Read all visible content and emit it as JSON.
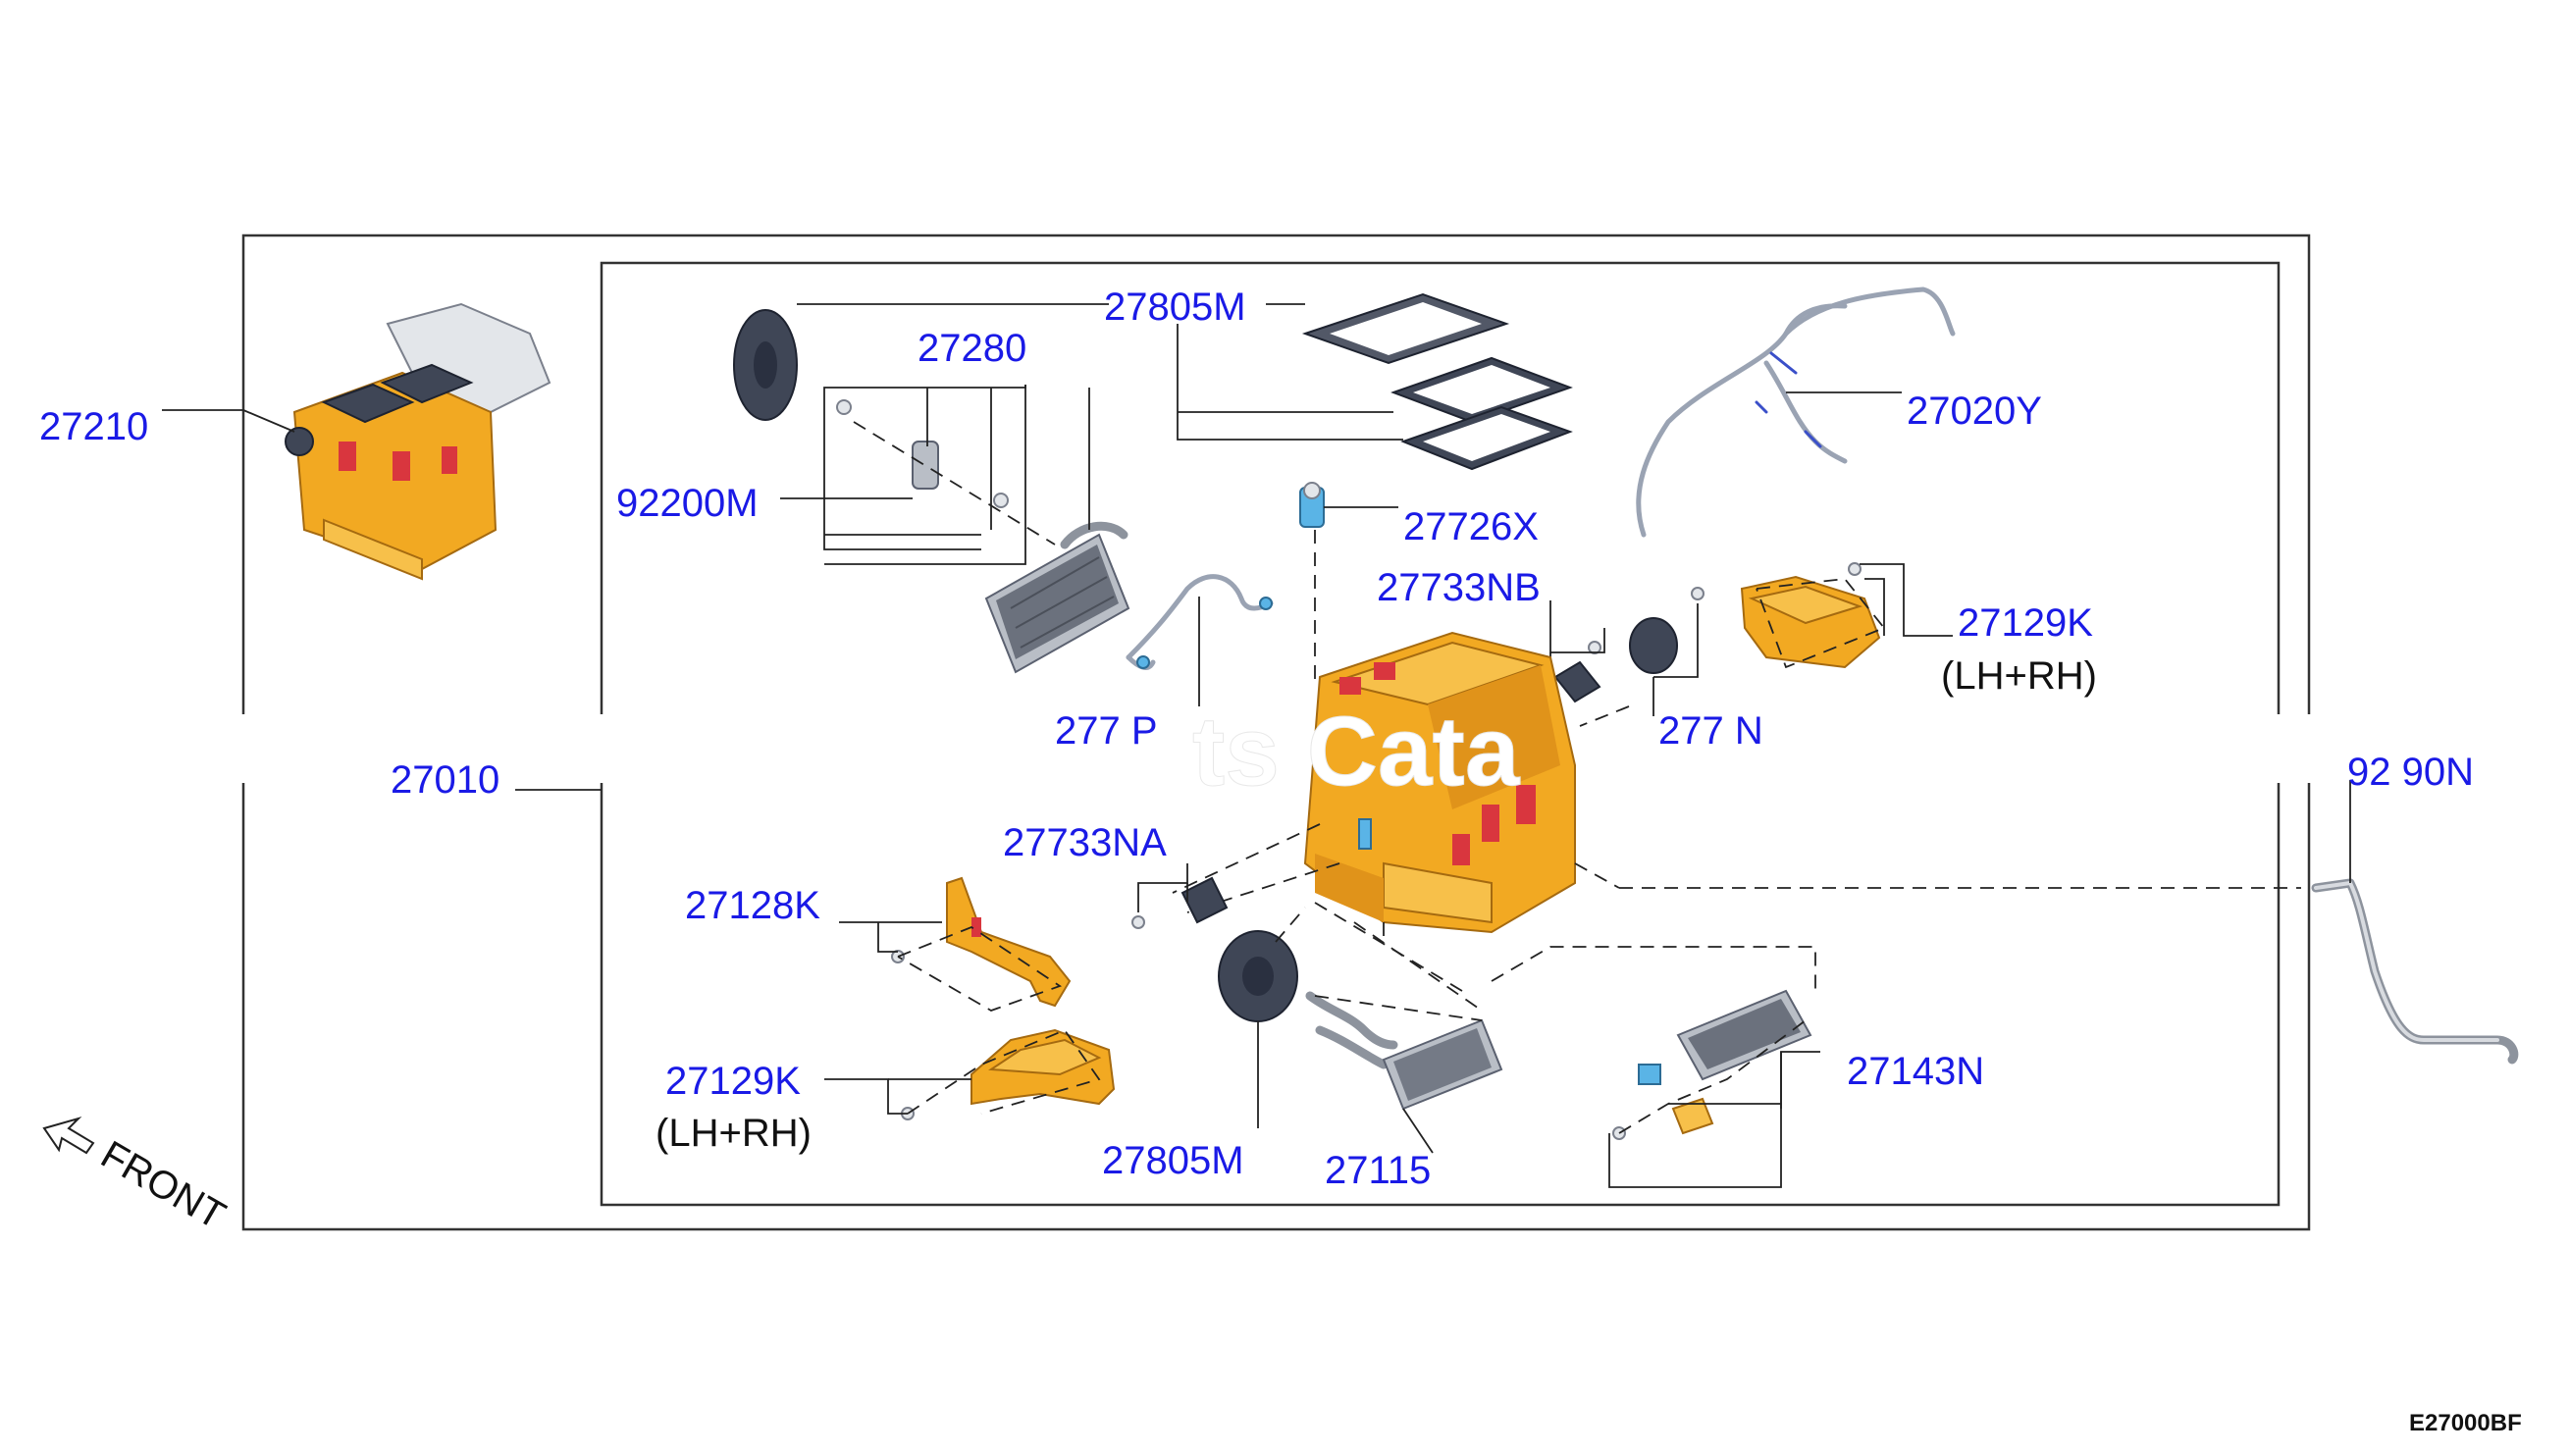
{
  "diagram": {
    "watermark": "ts Cata",
    "front_label": "FRONT",
    "diagram_code": "E27000BF",
    "callouts": [
      {
        "id": "27210",
        "text": "27210"
      },
      {
        "id": "27010",
        "text": "27010"
      },
      {
        "id": "92200M",
        "text": "92200M"
      },
      {
        "id": "27280",
        "text": "27280"
      },
      {
        "id": "27805M-top",
        "text": "27805M"
      },
      {
        "id": "27020Y",
        "text": "27020Y"
      },
      {
        "id": "27726X",
        "text": "27726X"
      },
      {
        "id": "27733NB",
        "text": "27733NB"
      },
      {
        "id": "27129K-top",
        "text": "27129K"
      },
      {
        "id": "27129K-top-side",
        "text": "(LH+RH)"
      },
      {
        "id": "2774P",
        "text": "277 P"
      },
      {
        "id": "27733N",
        "text": "277 N"
      },
      {
        "id": "92590N",
        "text": "92 90N"
      },
      {
        "id": "27733NA",
        "text": "27733NA"
      },
      {
        "id": "27128K",
        "text": "27128K"
      },
      {
        "id": "27129K-bottom",
        "text": "27129K"
      },
      {
        "id": "27129K-bottom-side",
        "text": "(LH+RH)"
      },
      {
        "id": "27805M-bottom",
        "text": "27805M"
      },
      {
        "id": "27115",
        "text": "27115"
      },
      {
        "id": "27143N",
        "text": "27143N"
      }
    ]
  }
}
